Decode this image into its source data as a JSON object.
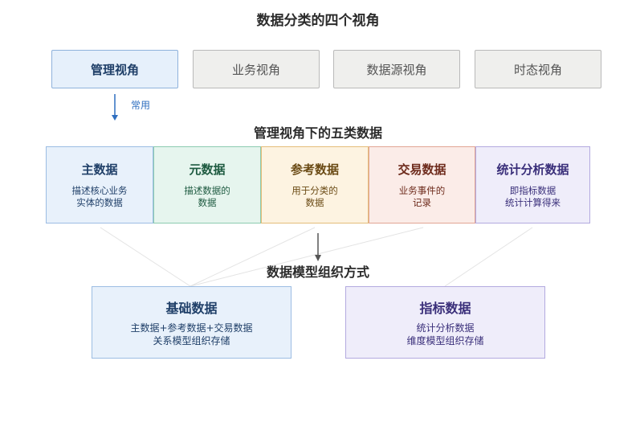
{
  "diagram": {
    "title": "数据分类的四个视角",
    "views": [
      {
        "label": "管理视角",
        "active": true
      },
      {
        "label": "业务视角",
        "active": false
      },
      {
        "label": "数据源视角",
        "active": false
      },
      {
        "label": "时态视角",
        "active": false
      }
    ],
    "common_label": "常用",
    "subtitle": "管理视角下的五类数据",
    "types": [
      {
        "title": "主数据",
        "desc": "描述核心业务\n实体的数据",
        "bg": "#e8f1fb",
        "border": "#9cbde3",
        "color": "#1f3f68"
      },
      {
        "title": "元数据",
        "desc": "描述数据的\n数据",
        "bg": "#e6f5ee",
        "border": "#8ccbb0",
        "color": "#1d5a40"
      },
      {
        "title": "参考数据",
        "desc": "用于分类的\n数据",
        "bg": "#fdf3e1",
        "border": "#e4bd7a",
        "color": "#6a4a14"
      },
      {
        "title": "交易数据",
        "desc": "业务事件的\n记录",
        "bg": "#fbece8",
        "border": "#e2a594",
        "color": "#6e2b1c"
      },
      {
        "title": "统计分析数据",
        "desc": "即指标数据\n统计计算得来",
        "bg": "#efedfa",
        "border": "#b3aadf",
        "color": "#3a2f7a"
      }
    ],
    "org_title": "数据模型组织方式",
    "orgs": [
      {
        "title": "基础数据",
        "desc": "主数据+参考数据+交易数据\n关系模型组织存储",
        "bg": "#e8f1fb",
        "border": "#9cbde3",
        "color": "#1f3f68"
      },
      {
        "title": "指标数据",
        "desc": "统计分析数据\n维度模型组织存储",
        "bg": "#efedfa",
        "border": "#b3aadf",
        "color": "#3a2f7a"
      }
    ]
  }
}
